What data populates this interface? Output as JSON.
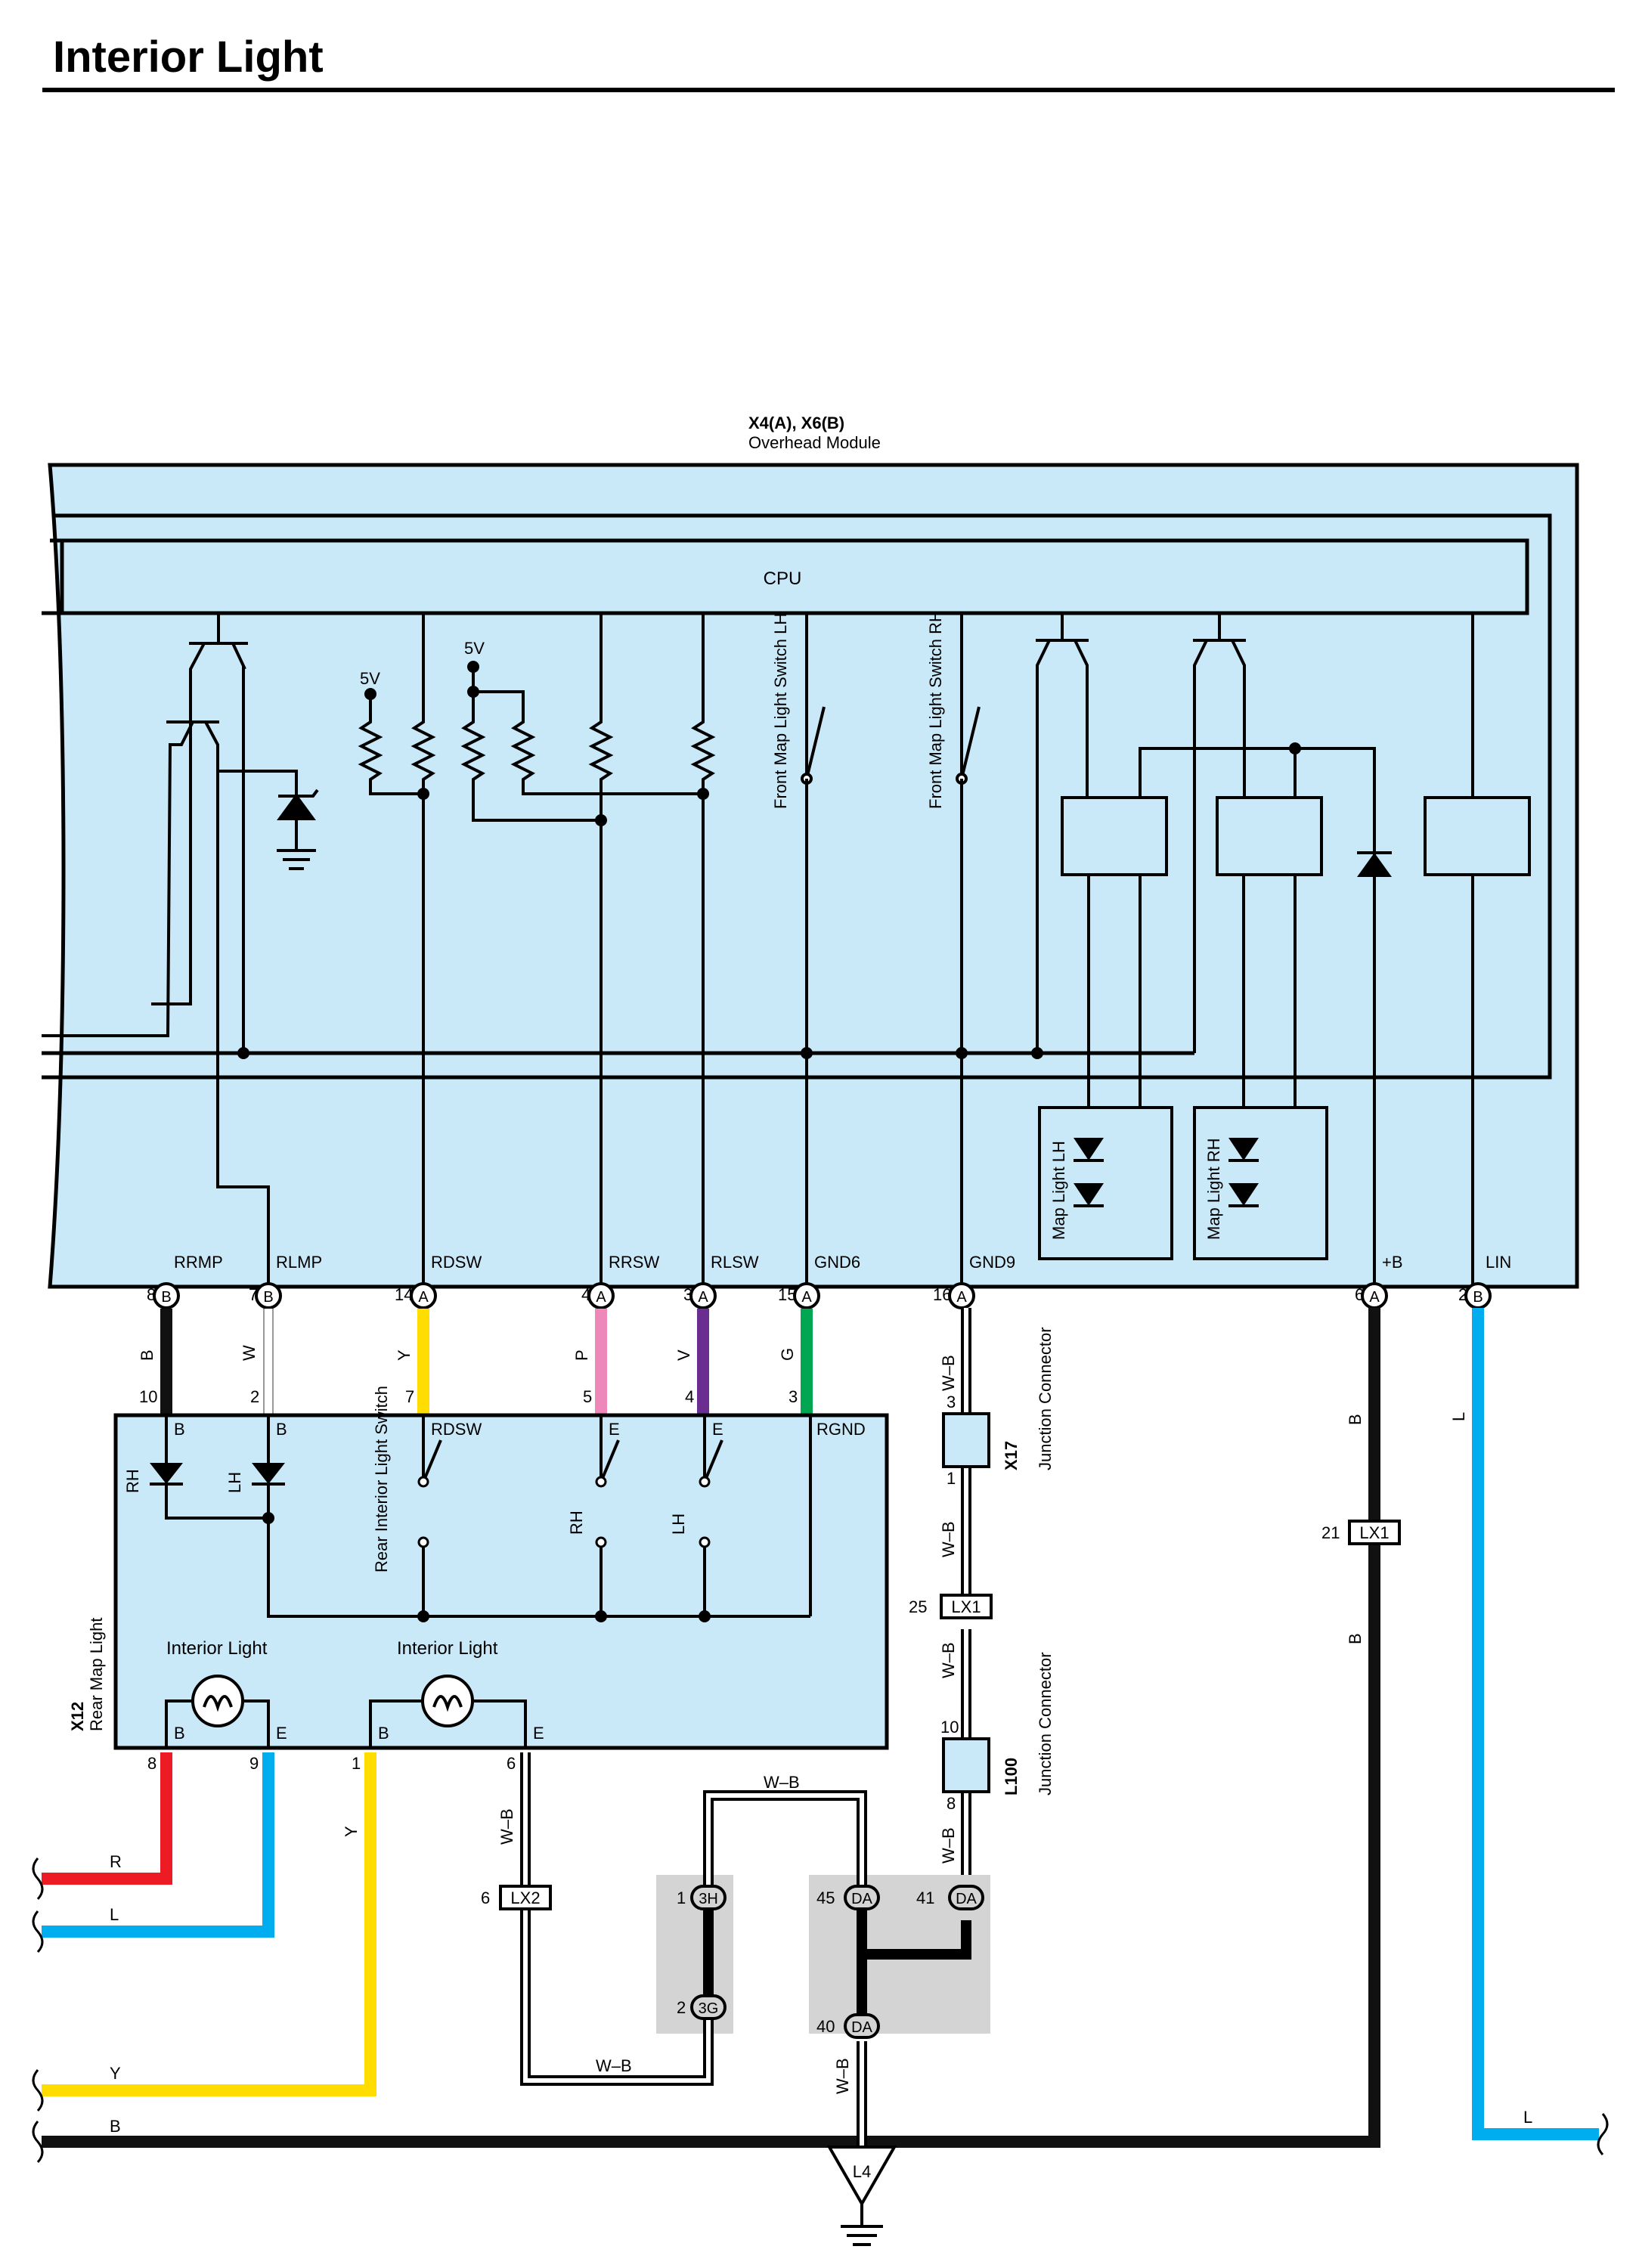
{
  "title": "Interior Light",
  "module": {
    "code": "X4(A), X6(B)",
    "name": "Overhead Module",
    "cpu": "CPU"
  },
  "voltage": [
    "5V",
    "5V"
  ],
  "switches_front": [
    "Front Map Light Switch LH",
    "Front Map Light Switch RH"
  ],
  "map_lights": [
    "Map Light LH",
    "Map Light RH"
  ],
  "module_pins": [
    {
      "num": "8",
      "conn": "B",
      "name": "RRMP"
    },
    {
      "num": "7",
      "conn": "B",
      "name": "RLMP"
    },
    {
      "num": "14",
      "conn": "A",
      "name": "RDSW"
    },
    {
      "num": "4",
      "conn": "A",
      "name": "RRSW"
    },
    {
      "num": "3",
      "conn": "A",
      "name": "RLSW"
    },
    {
      "num": "15",
      "conn": "A",
      "name": "GND6"
    },
    {
      "num": "16",
      "conn": "A",
      "name": "GND9"
    },
    {
      "num": "6",
      "conn": "A",
      "name": "+B"
    },
    {
      "num": "2",
      "conn": "B",
      "name": "LIN"
    }
  ],
  "wire_colors": {
    "B": "#111111",
    "W": "#ffffff",
    "Y": "#ffdd00",
    "P": "#ee88bb",
    "V": "#6a2e91",
    "G": "#00a651",
    "L": "#00aeef",
    "R": "#ed1c24",
    "WB": "#ffffff"
  },
  "mid_wires": {
    "labels": [
      "B",
      "W",
      "Y",
      "P",
      "V",
      "G"
    ],
    "pins": [
      "10",
      "2",
      "7",
      "5",
      "4",
      "3"
    ]
  },
  "rear_map": {
    "code": "X12",
    "name": "Rear Map Light",
    "top_labels": [
      "B",
      "B",
      "RDSW",
      "E",
      "E",
      "RGND"
    ],
    "rh": "RH",
    "lh": "LH",
    "rear_switch": "Rear Interior Light Switch",
    "interior_light": "Interior Light",
    "bottom_labels": [
      "B",
      "E",
      "B",
      "E"
    ],
    "bottom_pins": [
      "8",
      "9",
      "1",
      "6"
    ]
  },
  "connectors": {
    "x17": {
      "code": "X17",
      "name": "Junction Connector",
      "pin_top": "3",
      "pin_bot": "1"
    },
    "l100": {
      "code": "L100",
      "name": "Junction Connector",
      "pin_top": "10",
      "pin_bot": "8"
    },
    "lx1_right": {
      "pin": "21",
      "label": "LX1"
    },
    "lx1_mid": {
      "pin": "25",
      "label": "LX1"
    },
    "lx2": {
      "pin": "6",
      "label": "LX2"
    },
    "j3h": {
      "pin": "1",
      "label": "3H"
    },
    "j3g": {
      "pin": "2",
      "label": "3G"
    },
    "da45": {
      "pin": "45",
      "label": "DA"
    },
    "da41": {
      "pin": "41",
      "label": "DA"
    },
    "da40": {
      "pin": "40",
      "label": "DA"
    },
    "ground": "L4"
  },
  "wire_labels": {
    "wb": "W–B",
    "r": "R",
    "l": "L",
    "y": "Y",
    "b": "B"
  }
}
